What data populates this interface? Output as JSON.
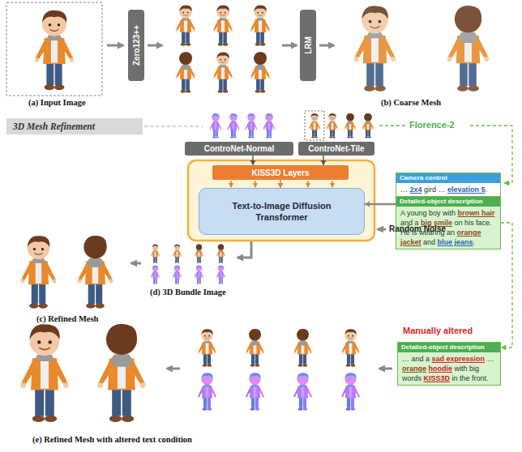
{
  "diagram": {
    "nodes": [
      {
        "text": [
          "Zero123++"
        ]
      },
      {
        "text": [
          "LRM"
        ]
      },
      {
        "text": [
          "3D Mesh Refinement"
        ]
      },
      {
        "text": [
          "ControNet-Normal"
        ]
      },
      {
        "text": [
          "ControNet-Tile"
        ]
      },
      {
        "text": [
          "KISS3D Layers"
        ]
      },
      {
        "text": [
          "Text-to-Image Diffusion Transformer"
        ]
      },
      {
        "text": [
          "Camera control",
          "… 2x4 gird … elevation 5."
        ]
      },
      {
        "text": [
          "Detailed-object description",
          "A young boy with brown hair and a big smile on his face. He is wearing an orange jacket and blue jeans."
        ]
      },
      {
        "text": [
          "Detailed-object description",
          "… and a sad expression … orange hoodie with big words KISS3D in the front."
        ]
      }
    ],
    "edges": [
      {
        "from": 3,
        "to": 5,
        "arrow": "to"
      },
      {
        "from": 4,
        "to": 5,
        "arrow": "to"
      },
      {
        "from": 5,
        "to": 6,
        "arrow": "to"
      },
      {
        "from": 8,
        "to": 6,
        "arrow": "to"
      },
      {
        "from": 8,
        "to": 9,
        "arrow": "to"
      }
    ],
    "labels": [
      "(a) Input Image",
      "(b) Coarse Mesh",
      "Florence-2",
      "Random Noise",
      "(c) Refined Mesh",
      "(d) 3D Bundle Image",
      "Manually altered",
      "(e) Refined Mesh with altered text condition"
    ]
  }
}
